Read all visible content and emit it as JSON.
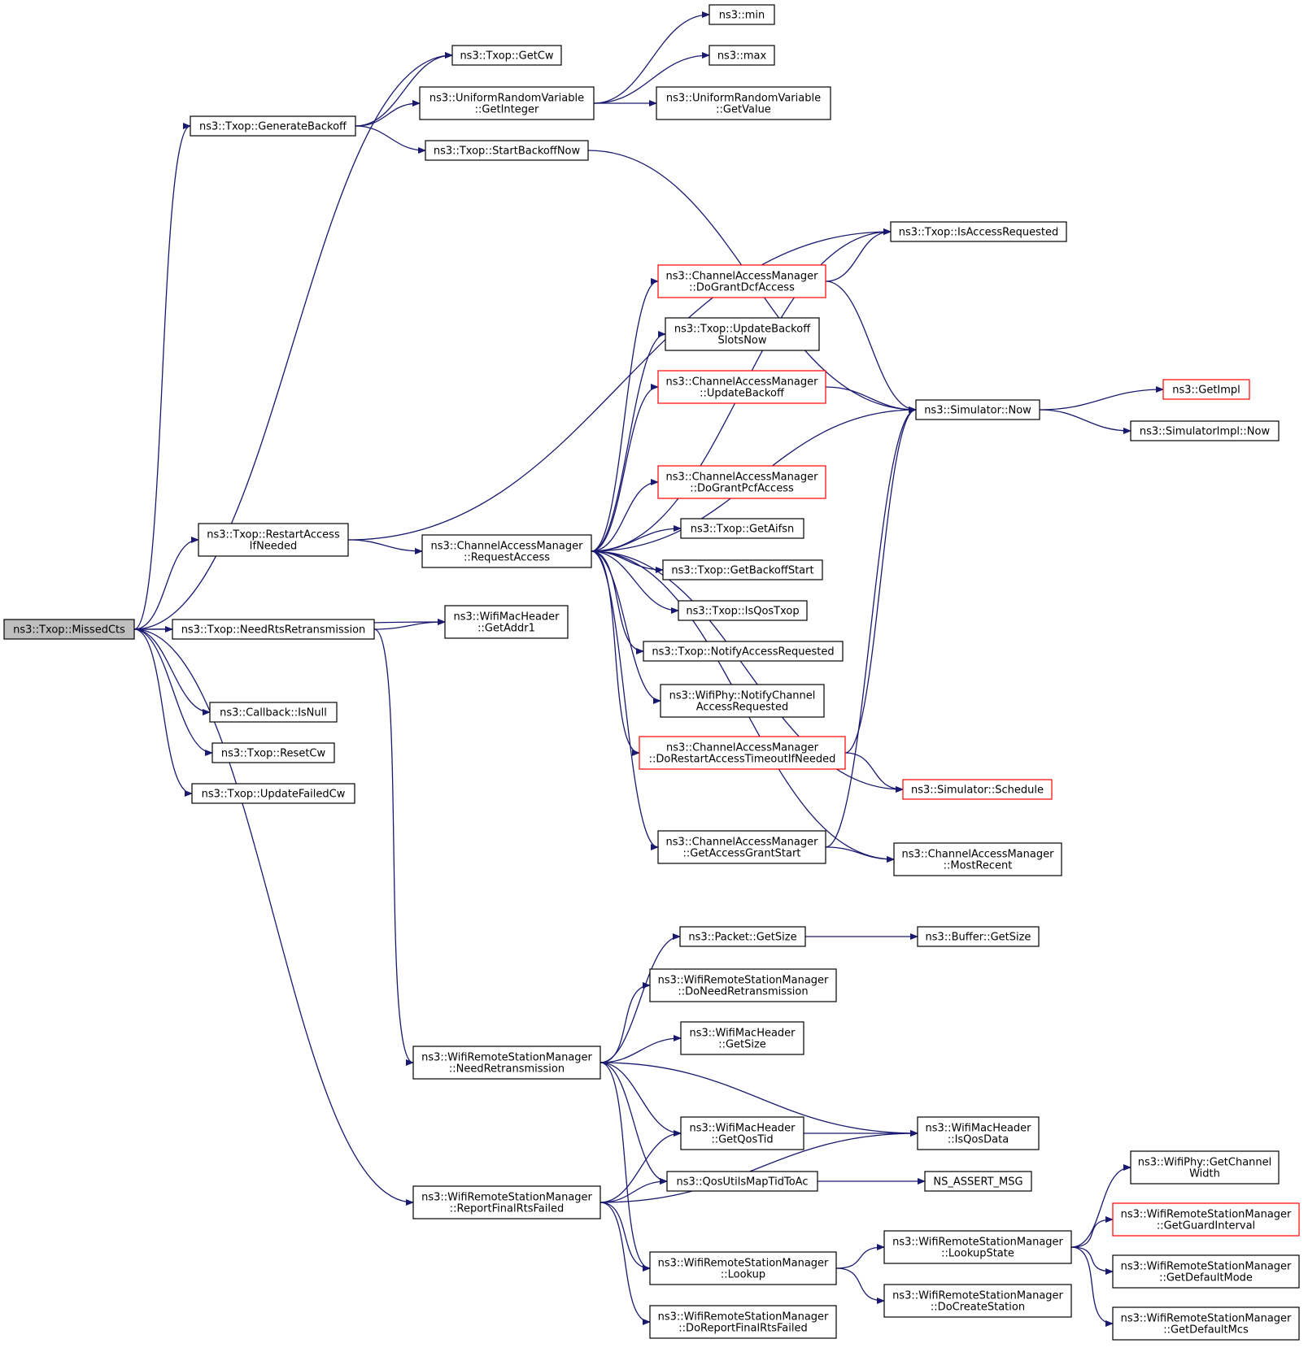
{
  "colors": {
    "edge": "#191970",
    "node_border": "#000000",
    "node_border_incomplete": "#ff0000",
    "root_fill": "#bfbfbf",
    "node_fill": "#ffffff"
  },
  "nodes": [
    {
      "id": "missedcts",
      "lines": [
        "ns3::Txop::MissedCts"
      ],
      "root": true
    },
    {
      "id": "getcw",
      "lines": [
        "ns3::Txop::GetCw"
      ]
    },
    {
      "id": "generatebackoff",
      "lines": [
        "ns3::Txop::GenerateBackoff"
      ]
    },
    {
      "id": "getinteger",
      "lines": [
        "ns3::UniformRandomVariable",
        "::GetInteger"
      ]
    },
    {
      "id": "min",
      "lines": [
        "ns3::min"
      ]
    },
    {
      "id": "max",
      "lines": [
        "ns3::max"
      ]
    },
    {
      "id": "getvalue",
      "lines": [
        "ns3::UniformRandomVariable",
        "::GetValue"
      ]
    },
    {
      "id": "startbackoffnow",
      "lines": [
        "ns3::Txop::StartBackoffNow"
      ]
    },
    {
      "id": "isaccessrequested",
      "lines": [
        "ns3::Txop::IsAccessRequested"
      ]
    },
    {
      "id": "dograntdcf",
      "lines": [
        "ns3::ChannelAccessManager",
        "::DoGrantDcfAccess"
      ],
      "red": true
    },
    {
      "id": "updatebackoffslots",
      "lines": [
        "ns3::Txop::UpdateBackoff",
        "SlotsNow"
      ]
    },
    {
      "id": "updatebackoff",
      "lines": [
        "ns3::ChannelAccessManager",
        "::UpdateBackoff"
      ],
      "red": true
    },
    {
      "id": "simnow",
      "lines": [
        "ns3::Simulator::Now"
      ]
    },
    {
      "id": "getimpl",
      "lines": [
        "ns3::GetImpl"
      ],
      "red": true
    },
    {
      "id": "simimplnow",
      "lines": [
        "ns3::SimulatorImpl::Now"
      ]
    },
    {
      "id": "dograntpcf",
      "lines": [
        "ns3::ChannelAccessManager",
        "::DoGrantPcfAccess"
      ],
      "red": true
    },
    {
      "id": "restartaccess",
      "lines": [
        "ns3::Txop::RestartAccess",
        "IfNeeded"
      ]
    },
    {
      "id": "requestaccess",
      "lines": [
        "ns3::ChannelAccessManager",
        "::RequestAccess"
      ]
    },
    {
      "id": "getaifsn",
      "lines": [
        "ns3::Txop::GetAifsn"
      ]
    },
    {
      "id": "getbackoffstart",
      "lines": [
        "ns3::Txop::GetBackoffStart"
      ]
    },
    {
      "id": "isqostxop",
      "lines": [
        "ns3::Txop::IsQosTxop"
      ]
    },
    {
      "id": "notifyaccessrequested",
      "lines": [
        "ns3::Txop::NotifyAccessRequested"
      ]
    },
    {
      "id": "wifiphynotify",
      "lines": [
        "ns3::WifiPhy::NotifyChannel",
        "AccessRequested"
      ]
    },
    {
      "id": "dorestart",
      "lines": [
        "ns3::ChannelAccessManager",
        "::DoRestartAccessTimeoutIfNeeded"
      ],
      "red": true
    },
    {
      "id": "schedule",
      "lines": [
        "ns3::Simulator::Schedule"
      ],
      "red": true
    },
    {
      "id": "getaccessgrantstart",
      "lines": [
        "ns3::ChannelAccessManager",
        "::GetAccessGrantStart"
      ]
    },
    {
      "id": "mostrecent",
      "lines": [
        "ns3::ChannelAccessManager",
        "::MostRecent"
      ]
    },
    {
      "id": "needrtsretx",
      "lines": [
        "ns3::Txop::NeedRtsRetransmission"
      ]
    },
    {
      "id": "getaddr1",
      "lines": [
        "ns3::WifiMacHeader",
        "::GetAddr1"
      ]
    },
    {
      "id": "isnull",
      "lines": [
        "ns3::Callback::IsNull"
      ]
    },
    {
      "id": "resetcw",
      "lines": [
        "ns3::Txop::ResetCw"
      ]
    },
    {
      "id": "updatefailedcw",
      "lines": [
        "ns3::Txop::UpdateFailedCw"
      ]
    },
    {
      "id": "packetgetsize",
      "lines": [
        "ns3::Packet::GetSize"
      ]
    },
    {
      "id": "buffergetsize",
      "lines": [
        "ns3::Buffer::GetSize"
      ]
    },
    {
      "id": "doneedretx",
      "lines": [
        "ns3::WifiRemoteStationManager",
        "::DoNeedRetransmission"
      ]
    },
    {
      "id": "machdrgetsize",
      "lines": [
        "ns3::WifiMacHeader",
        "::GetSize"
      ]
    },
    {
      "id": "needretx",
      "lines": [
        "ns3::WifiRemoteStationManager",
        "::NeedRetransmission"
      ]
    },
    {
      "id": "getqostid",
      "lines": [
        "ns3::WifiMacHeader",
        "::GetQosTid"
      ]
    },
    {
      "id": "isqosdata",
      "lines": [
        "ns3::WifiMacHeader",
        "::IsQosData"
      ]
    },
    {
      "id": "qosutils",
      "lines": [
        "ns3::QosUtilsMapTidToAc"
      ]
    },
    {
      "id": "nsassert",
      "lines": [
        "NS_ASSERT_MSG"
      ]
    },
    {
      "id": "reportfinalrts",
      "lines": [
        "ns3::WifiRemoteStationManager",
        "::ReportFinalRtsFailed"
      ]
    },
    {
      "id": "getchannelwidth",
      "lines": [
        "ns3::WifiPhy::GetChannel",
        "Width"
      ]
    },
    {
      "id": "getguardinterval",
      "lines": [
        "ns3::WifiRemoteStationManager",
        "::GetGuardInterval"
      ],
      "red": true
    },
    {
      "id": "lookupstate",
      "lines": [
        "ns3::WifiRemoteStationManager",
        "::LookupState"
      ]
    },
    {
      "id": "lookup",
      "lines": [
        "ns3::WifiRemoteStationManager",
        "::Lookup"
      ]
    },
    {
      "id": "getdefaultmode",
      "lines": [
        "ns3::WifiRemoteStationManager",
        "::GetDefaultMode"
      ]
    },
    {
      "id": "docreatestation",
      "lines": [
        "ns3::WifiRemoteStationManager",
        "::DoCreateStation"
      ]
    },
    {
      "id": "getdefaultmcs",
      "lines": [
        "ns3::WifiRemoteStationManager",
        "::GetDefaultMcs"
      ]
    },
    {
      "id": "doreportfinalrts",
      "lines": [
        "ns3::WifiRemoteStationManager",
        "::DoReportFinalRtsFailed"
      ]
    }
  ],
  "edges": [
    [
      "missedcts",
      "getcw"
    ],
    [
      "missedcts",
      "generatebackoff"
    ],
    [
      "missedcts",
      "restartaccess"
    ],
    [
      "missedcts",
      "getaddr1"
    ],
    [
      "missedcts",
      "needrtsretx"
    ],
    [
      "missedcts",
      "isnull"
    ],
    [
      "missedcts",
      "resetcw"
    ],
    [
      "missedcts",
      "updatefailedcw"
    ],
    [
      "missedcts",
      "reportfinalrts"
    ],
    [
      "generatebackoff",
      "getcw"
    ],
    [
      "generatebackoff",
      "getinteger"
    ],
    [
      "generatebackoff",
      "startbackoffnow"
    ],
    [
      "getinteger",
      "min"
    ],
    [
      "getinteger",
      "max"
    ],
    [
      "getinteger",
      "getvalue"
    ],
    [
      "startbackoffnow",
      "simnow"
    ],
    [
      "restartaccess",
      "isaccessrequested"
    ],
    [
      "restartaccess",
      "requestaccess"
    ],
    [
      "requestaccess",
      "isaccessrequested"
    ],
    [
      "requestaccess",
      "dograntdcf"
    ],
    [
      "requestaccess",
      "updatebackoffslots"
    ],
    [
      "requestaccess",
      "updatebackoff"
    ],
    [
      "requestaccess",
      "simnow"
    ],
    [
      "requestaccess",
      "dograntpcf"
    ],
    [
      "requestaccess",
      "getaifsn"
    ],
    [
      "requestaccess",
      "getbackoffstart"
    ],
    [
      "requestaccess",
      "isqostxop"
    ],
    [
      "requestaccess",
      "notifyaccessrequested"
    ],
    [
      "requestaccess",
      "wifiphynotify"
    ],
    [
      "requestaccess",
      "dorestart"
    ],
    [
      "requestaccess",
      "schedule"
    ],
    [
      "requestaccess",
      "getaccessgrantstart"
    ],
    [
      "requestaccess",
      "mostrecent"
    ],
    [
      "dograntdcf",
      "isaccessrequested"
    ],
    [
      "dograntdcf",
      "simnow"
    ],
    [
      "updatebackoff",
      "simnow"
    ],
    [
      "simnow",
      "getimpl"
    ],
    [
      "simnow",
      "simimplnow"
    ],
    [
      "dorestart",
      "simnow"
    ],
    [
      "dorestart",
      "schedule"
    ],
    [
      "getaccessgrantstart",
      "simnow"
    ],
    [
      "getaccessgrantstart",
      "mostrecent"
    ],
    [
      "needrtsretx",
      "getaddr1"
    ],
    [
      "needrtsretx",
      "needretx"
    ],
    [
      "needretx",
      "packetgetsize"
    ],
    [
      "needretx",
      "doneedretx"
    ],
    [
      "needretx",
      "machdrgetsize"
    ],
    [
      "needretx",
      "isqosdata"
    ],
    [
      "needretx",
      "getqostid"
    ],
    [
      "needretx",
      "qosutils"
    ],
    [
      "needretx",
      "lookup"
    ],
    [
      "packetgetsize",
      "buffergetsize"
    ],
    [
      "getqostid",
      "isqosdata"
    ],
    [
      "qosutils",
      "nsassert"
    ],
    [
      "reportfinalrts",
      "getqostid"
    ],
    [
      "reportfinalrts",
      "qosutils"
    ],
    [
      "reportfinalrts",
      "isqosdata"
    ],
    [
      "reportfinalrts",
      "lookup"
    ],
    [
      "reportfinalrts",
      "doreportfinalrts"
    ],
    [
      "lookup",
      "lookupstate"
    ],
    [
      "lookup",
      "docreatestation"
    ],
    [
      "lookupstate",
      "getchannelwidth"
    ],
    [
      "lookupstate",
      "getguardinterval"
    ],
    [
      "lookupstate",
      "getdefaultmode"
    ],
    [
      "lookupstate",
      "getdefaultmcs"
    ]
  ]
}
